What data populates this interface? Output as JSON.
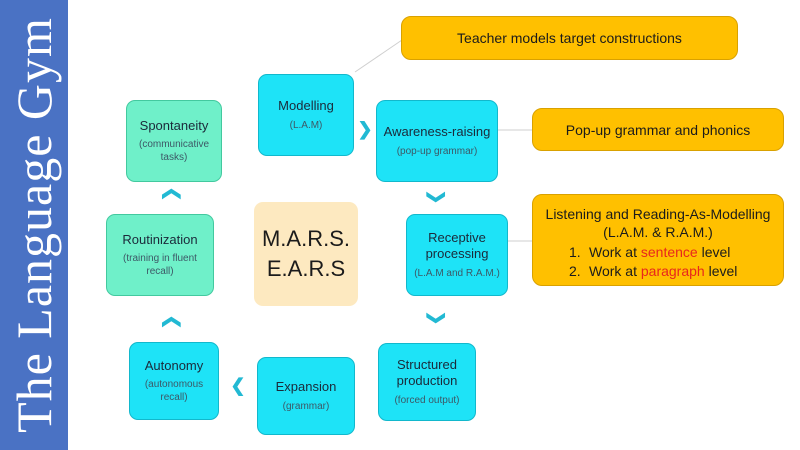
{
  "sidebar": {
    "title": "The Language Gym"
  },
  "center": {
    "line1": "M.A.R.S.",
    "line2": "E.A.R.S"
  },
  "nodes": {
    "modelling": {
      "title": "Modelling",
      "sub": "(L.A.M)"
    },
    "awareness": {
      "title": "Awareness-raising",
      "sub": "(pop-up grammar)"
    },
    "receptive": {
      "title1": "Receptive",
      "title2": "processing",
      "sub": "(L.A.M and R.A.M.)"
    },
    "structured": {
      "title1": "Structured",
      "title2": "production",
      "sub": "(forced output)"
    },
    "expansion": {
      "title": "Expansion",
      "sub": "(grammar)"
    },
    "autonomy": {
      "title": "Autonomy",
      "sub1": "(autonomous",
      "sub2": "recall)"
    },
    "routinization": {
      "title": "Routinization",
      "sub1": "(training in fluent",
      "sub2": "recall)"
    },
    "spontaneity": {
      "title": "Spontaneity",
      "sub1": "(communicative",
      "sub2": "tasks)"
    }
  },
  "callouts": {
    "teacher": "Teacher models target constructions",
    "popup": "Pop-up grammar and phonics",
    "listening": {
      "title": "Listening and Reading-As-Modelling",
      "subtitle": "(L.A.M. & R.A.M.)",
      "item1": {
        "num": "1.",
        "before": "Work at ",
        "highlight": "sentence",
        "after": " level"
      },
      "item2": {
        "num": "2.",
        "before": "Work at ",
        "highlight": "paragraph",
        "after": " level"
      }
    }
  },
  "colors": {
    "sidebar": "#4a72c4",
    "cyan_node": "#1ee3f7",
    "mint_node": "#6ff0c9",
    "callout": "#ffc000",
    "center": "#fde9c0",
    "highlight": "#e8271c"
  }
}
